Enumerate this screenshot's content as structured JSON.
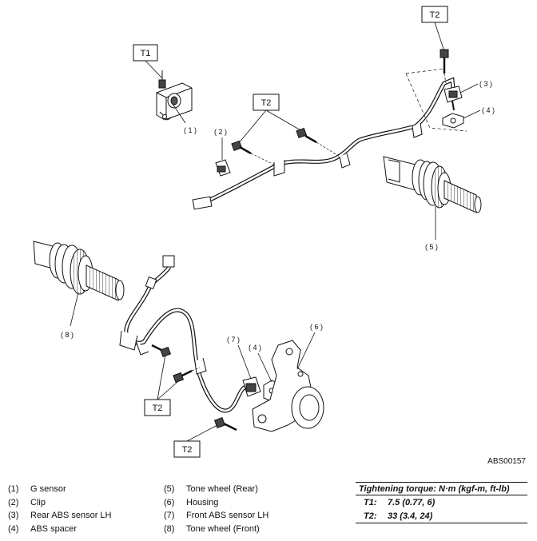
{
  "figure_id": "ABS00157",
  "callouts": {
    "c1": "( 1 )",
    "c2": "( 2 )",
    "c3": "( 3 )",
    "c4a": "( 4 )",
    "c4b": "( 4 )",
    "c5": "( 5 )",
    "c6": "( 6 )",
    "c7": "( 7 )",
    "c8": "( 8 )"
  },
  "torque_tags": {
    "t1": "T1",
    "t2_top": "T2",
    "t2_mid": "T2",
    "t2_low": "T2",
    "t2_bottom": "T2"
  },
  "legend_left": [
    {
      "num": "(1)",
      "label": "G sensor"
    },
    {
      "num": "(2)",
      "label": "Clip"
    },
    {
      "num": "(3)",
      "label": "Rear ABS sensor LH"
    },
    {
      "num": "(4)",
      "label": "ABS spacer"
    }
  ],
  "legend_mid": [
    {
      "num": "(5)",
      "label": "Tone wheel (Rear)"
    },
    {
      "num": "(6)",
      "label": "Housing"
    },
    {
      "num": "(7)",
      "label": "Front ABS sensor LH"
    },
    {
      "num": "(8)",
      "label": "Tone wheel (Front)"
    }
  ],
  "torque_table": {
    "title": "Tightening torque: N·m (kgf-m, ft-lb)",
    "rows": [
      {
        "key": "T1:",
        "value": "7.5 (0.77, 6)"
      },
      {
        "key": "T2:",
        "value": "33 (3.4, 24)"
      }
    ]
  }
}
